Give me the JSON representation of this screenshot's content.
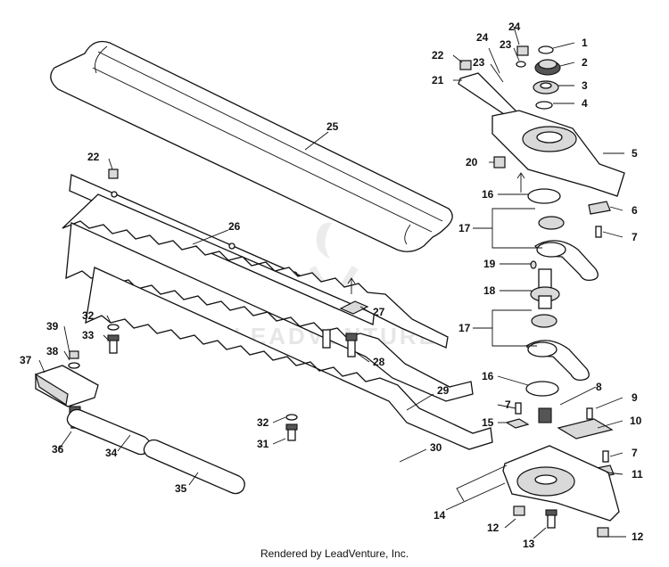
{
  "watermark": "LEADVENTURE",
  "credit": "Rendered by LeadVenture, Inc.",
  "callouts": [
    "1",
    "2",
    "3",
    "4",
    "5",
    "6",
    "7",
    "8",
    "9",
    "10",
    "11",
    "12",
    "13",
    "14",
    "15",
    "16",
    "17",
    "18",
    "19",
    "20",
    "21",
    "22",
    "23",
    "24",
    "25",
    "26",
    "27",
    "28",
    "29",
    "30",
    "31",
    "32",
    "33",
    "34",
    "35",
    "36",
    "37",
    "38",
    "39"
  ]
}
